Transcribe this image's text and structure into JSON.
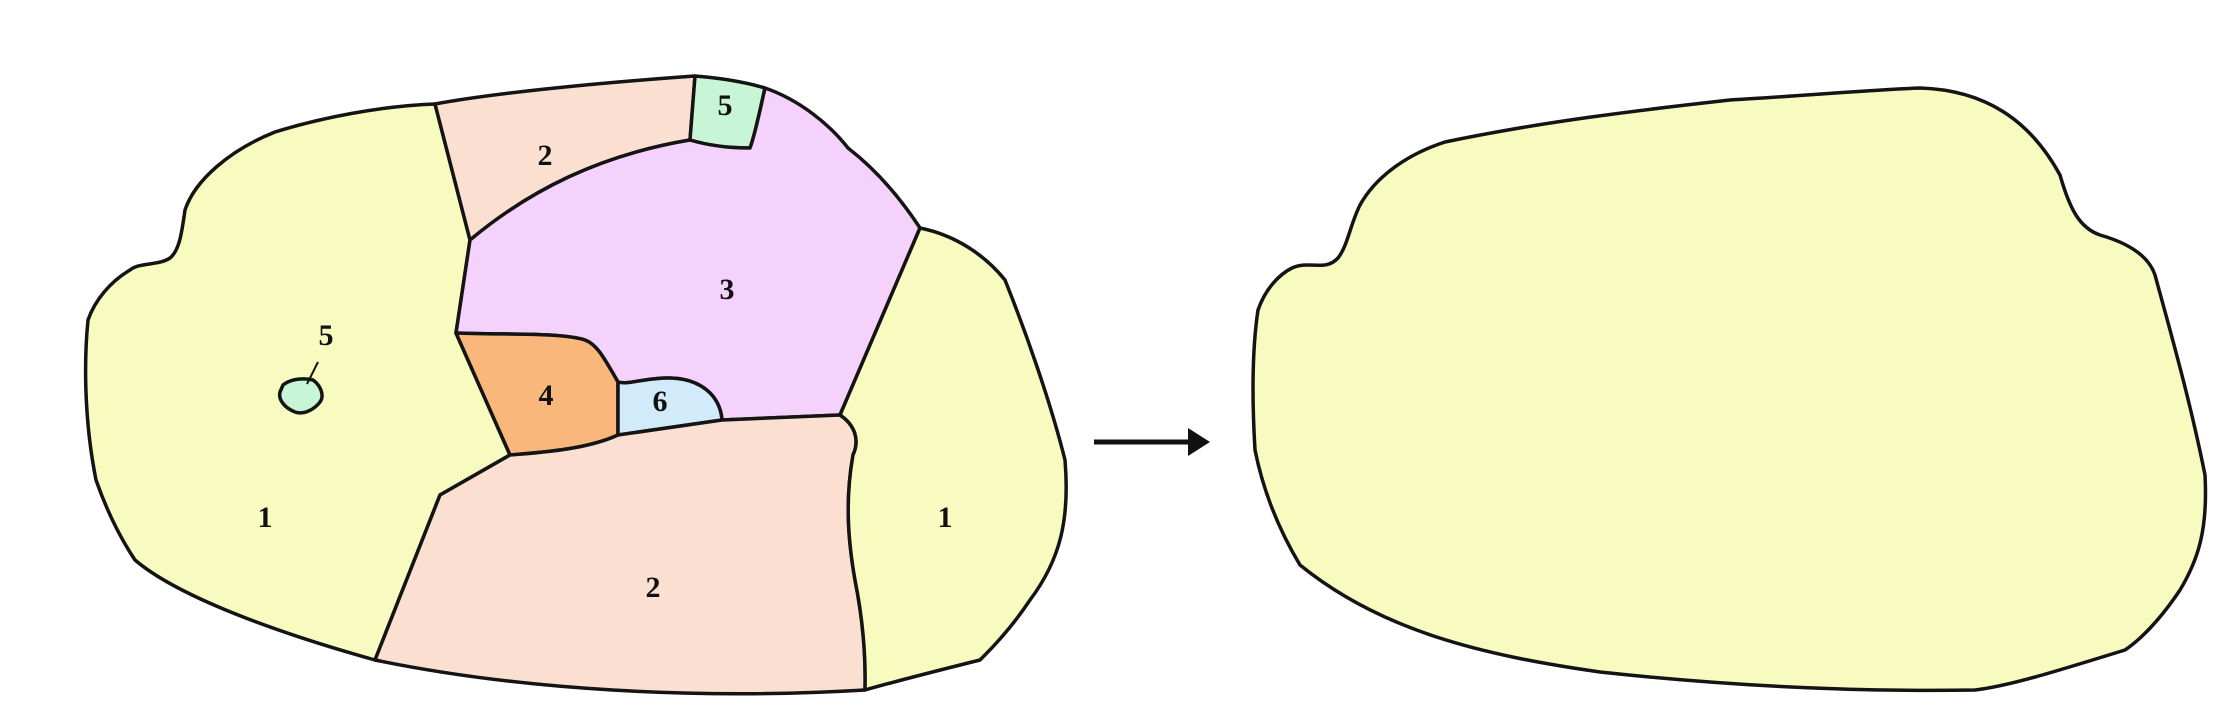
{
  "diagram": {
    "left_map": {
      "regions": [
        {
          "id": "r1-left",
          "class": "1",
          "color": "#f8fbbf"
        },
        {
          "id": "r1-right",
          "class": "1",
          "color": "#f8fbbf"
        },
        {
          "id": "r2-top",
          "class": "2",
          "color": "#fbdfd0"
        },
        {
          "id": "r2-bottom",
          "class": "2",
          "color": "#fbdfd0"
        },
        {
          "id": "r3",
          "class": "3",
          "color": "#f5d2fb"
        },
        {
          "id": "r4",
          "class": "4",
          "color": "#f9b77b"
        },
        {
          "id": "r5-top",
          "class": "5",
          "color": "#c8f5d5"
        },
        {
          "id": "r5-small",
          "class": "5",
          "color": "#c8f5d5"
        },
        {
          "id": "r6",
          "class": "6",
          "color": "#d2ebfb"
        }
      ],
      "labels": {
        "r1_left": "1",
        "r1_right": "1",
        "r2_top": "2",
        "r2_bottom": "2",
        "r3": "3",
        "r4": "4",
        "r5_top": "5",
        "r5_small": "5",
        "r6": "6"
      }
    },
    "arrow": {
      "direction": "right"
    },
    "right_map": {
      "regions": [
        {
          "id": "merged",
          "class": "1",
          "color": "#f8fbbf"
        }
      ]
    }
  }
}
